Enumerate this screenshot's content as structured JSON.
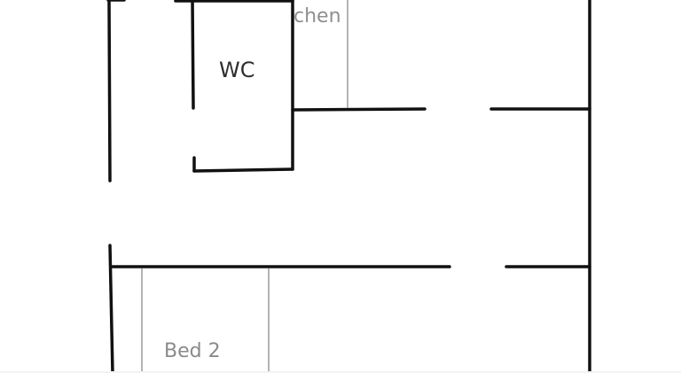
{
  "floor_plan": {
    "rooms": [
      {
        "id": "wc",
        "label": "WC"
      },
      {
        "id": "kitchen",
        "label": "chen"
      },
      {
        "id": "bed2",
        "label": "Bed 2"
      }
    ]
  },
  "colors": {
    "wall": "#111111",
    "furniture_line": "#9a9a9a",
    "background": "#ffffff"
  }
}
